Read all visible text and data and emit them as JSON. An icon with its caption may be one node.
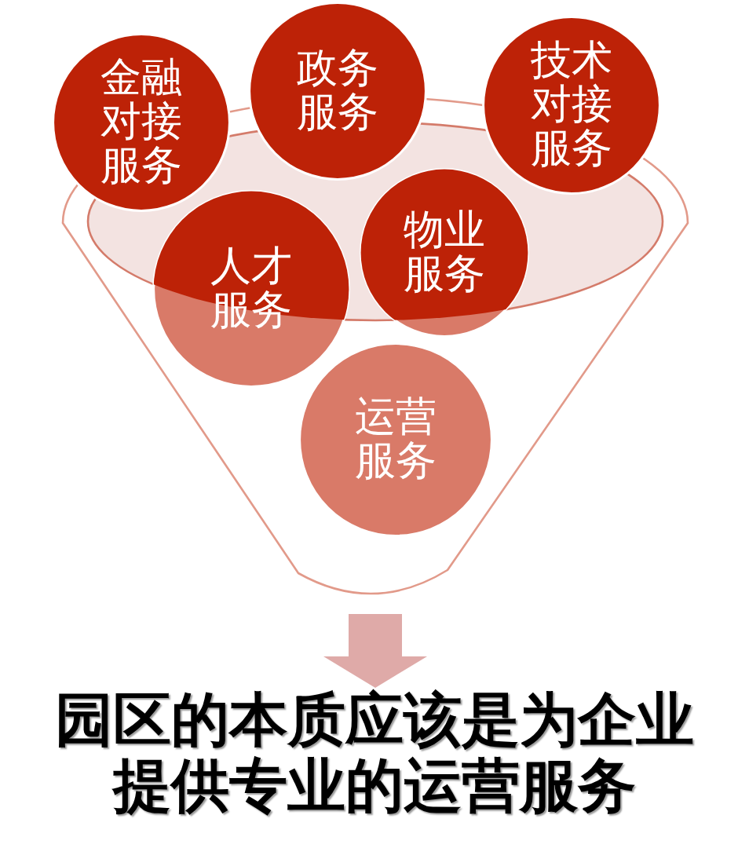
{
  "diagram": {
    "nodes": [
      {
        "text": [
          "金融对接服务"
        ]
      },
      {
        "text": [
          "政务服务"
        ]
      },
      {
        "text": [
          "技术对接服务"
        ]
      },
      {
        "text": [],
        "shape": "funnel"
      },
      {
        "text": [
          "人才服务"
        ],
        "in": 3
      },
      {
        "text": [
          "物业服务"
        ],
        "in": 3
      },
      {
        "text": [
          "运营服务"
        ],
        "in": 3
      },
      {
        "text": [
          "园区的本质应该是为企业提供专业的运营服务"
        ]
      }
    ],
    "edges": [
      {
        "from": 3,
        "to": 7,
        "arrow": "to"
      }
    ]
  }
}
